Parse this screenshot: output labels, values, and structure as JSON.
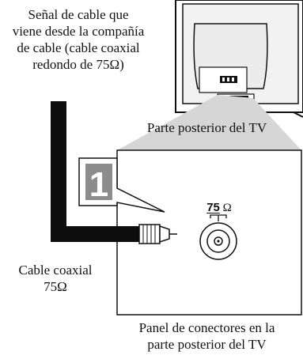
{
  "labels": {
    "signal_source": {
      "lines": [
        "Señal de cable que",
        "viene desde la compañía",
        "de cable (cable coaxial",
        "redondo de 75Ω)"
      ]
    },
    "tv_back": "Parte posterior del TV",
    "cable": {
      "lines": [
        "Cable coaxial",
        "75Ω"
      ]
    },
    "panel": {
      "lines": [
        "Panel de conectores en la",
        "parte posterior del TV"
      ]
    },
    "connector_value": "75",
    "connector_unit": "Ω"
  },
  "step": {
    "number": "1"
  },
  "icons": {
    "tv": "tv-rear-icon",
    "plug": "coaxial-plug-icon",
    "jack": "antenna-jack-icon"
  },
  "colors": {
    "ink": "#111111",
    "cable": "#0d0d0d",
    "callout_fill": "#d6d6d6",
    "screen_fill": "#ececec",
    "badge_fill": "#8c8c8c"
  }
}
